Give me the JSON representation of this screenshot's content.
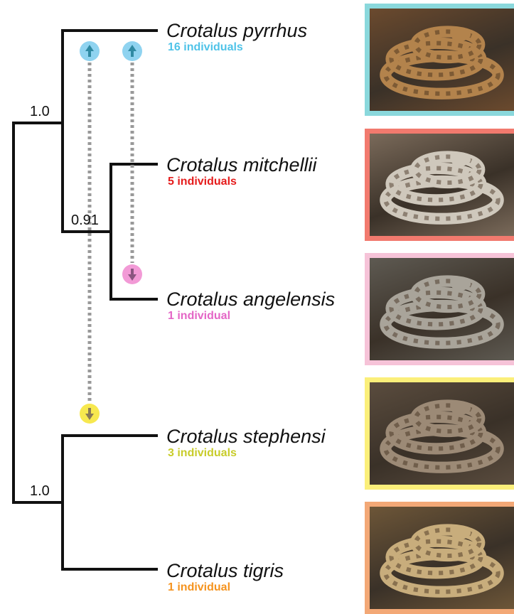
{
  "support_values": {
    "top_clade": "1.0",
    "mitchellii_angelensis": "0.91",
    "bottom_clade": "1.0"
  },
  "taxa": [
    {
      "name": "Crotalus pyrrhus",
      "count": "16 individuals",
      "color": "#4fc3e8",
      "frame_color": "#8ad8dc",
      "photo_tone": "#b3834c",
      "photo_bg": "#6b4a2e",
      "icon": "coiled-snake-photo"
    },
    {
      "name": "Crotalus mitchellii",
      "count": "5 individuals",
      "color": "#e51c1c",
      "frame_color": "#f27a6e",
      "photo_tone": "#cfc8bc",
      "photo_bg": "#7a6a5a",
      "icon": "coiled-snake-photo"
    },
    {
      "name": "Crotalus angelensis",
      "count": "1 individual",
      "color": "#e466c6",
      "frame_color": "#f6c3d8",
      "photo_tone": "#a9a49a",
      "photo_bg": "#5e5a52",
      "icon": "coiled-snake-photo"
    },
    {
      "name": "Crotalus stephensi",
      "count": "3 individuals",
      "color": "#c8cc2a",
      "frame_color": "#fbef7a",
      "photo_tone": "#9c8a76",
      "photo_bg": "#5a4c3e",
      "icon": "coiled-snake-photo"
    },
    {
      "name": "Crotalus tigris",
      "count": "1 individual",
      "color": "#f5931e",
      "frame_color": "#f3a876",
      "photo_tone": "#c8ad7c",
      "photo_bg": "#6d5638",
      "icon": "coiled-snake-photo"
    }
  ],
  "migration_markers": [
    {
      "from_color": "#8fd3f0",
      "to_color": "#f7e84f",
      "direction": "pyrrhus-to-stephensi"
    },
    {
      "from_color": "#8fd3f0",
      "to_color": "#f29ad6",
      "direction": "pyrrhus-to-angelensis"
    }
  ],
  "tree_color": "#111111",
  "arrow_color": "#999999"
}
